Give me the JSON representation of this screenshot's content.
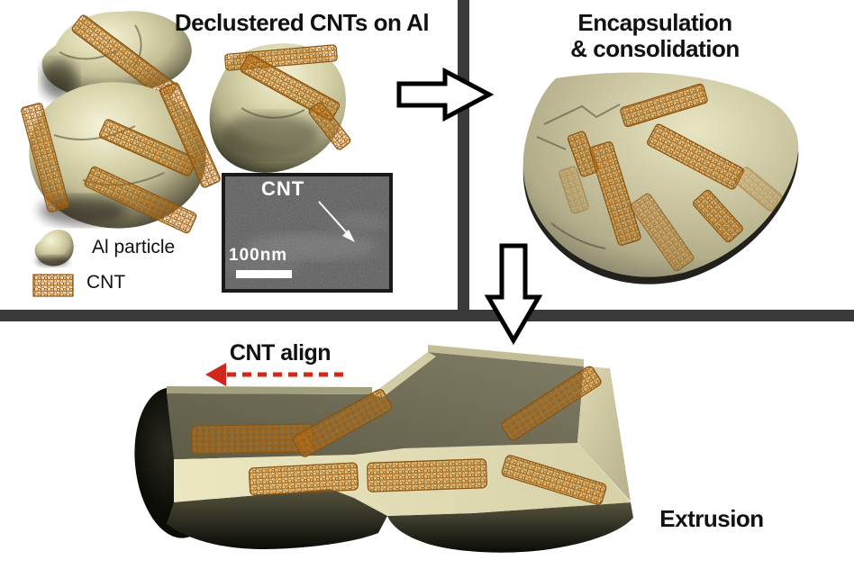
{
  "figure": {
    "panel_declustered": {
      "title": "Declustered CNTs on Al",
      "legend": [
        {
          "icon": "al-particle-icon",
          "label": "Al particle"
        },
        {
          "icon": "cnt-swatch-icon",
          "label": "CNT"
        }
      ],
      "sem_inset": {
        "label": "CNT",
        "scale_text": "100nm"
      }
    },
    "panel_encapsulation": {
      "title_line1": "Encapsulation",
      "title_line2": "& consolidation"
    },
    "panel_extrusion": {
      "align_label": "CNT align",
      "title": "Extrusion"
    },
    "colors": {
      "cnt_orange": "#b06a14",
      "al_khaki": "#c9c49c",
      "divider_gray": "#3a3a3a",
      "align_arrow_red": "#d0291b",
      "sem_gray": "#565656"
    }
  }
}
